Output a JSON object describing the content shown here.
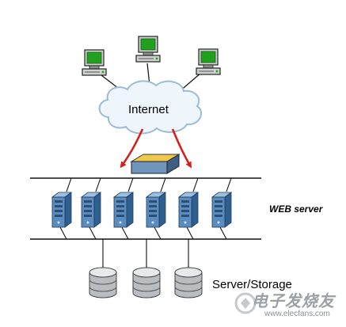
{
  "labels": {
    "internet": "Internet",
    "web_server": "WEB server",
    "server_storage": "Server/Storage"
  },
  "watermark": {
    "brand": "电子发烧友",
    "url": "www.elecfans.com"
  },
  "icons": {
    "client": "desktop-computer-icon",
    "cloud": "internet-cloud-icon",
    "load_balancer": "load-balancer-icon",
    "web_server": "server-tower-icon",
    "storage": "database-cylinder-icon"
  },
  "colors": {
    "monitor_green": "#22a020",
    "arrow_red": "#d71f1f",
    "server_blue": "#5b8cc0",
    "balancer_yellow": "#f0c94c",
    "storage_gray": "#b9bcc0"
  }
}
